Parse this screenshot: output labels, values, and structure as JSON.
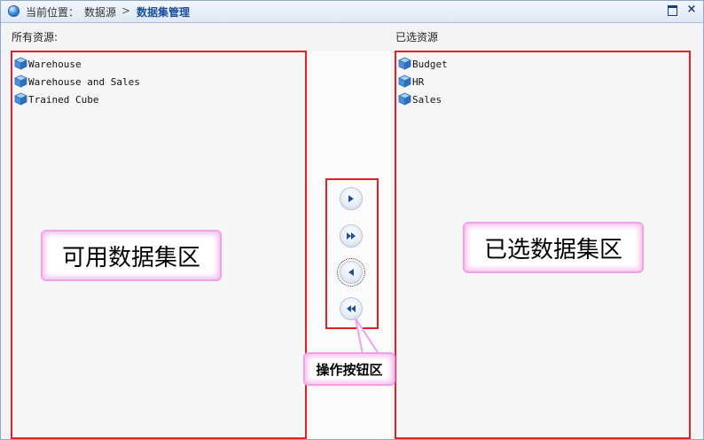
{
  "header": {
    "location_prefix": "当前位置：",
    "breadcrumb_datasource": "数据源",
    "breadcrumb_separator": ">",
    "current_page": "数据集管理",
    "maximize_icon": "maximize-icon",
    "close_symbol": "×"
  },
  "left_panel": {
    "label": "所有资源:",
    "items": [
      {
        "label": "Warehouse",
        "icon": "cube-icon"
      },
      {
        "label": "Warehouse and Sales",
        "icon": "cube-icon"
      },
      {
        "label": "Trained Cube",
        "icon": "cube-icon"
      }
    ]
  },
  "right_panel": {
    "label": "已选资源",
    "items": [
      {
        "label": "Budget",
        "icon": "cube-icon"
      },
      {
        "label": "HR",
        "icon": "cube-icon"
      },
      {
        "label": "Sales",
        "icon": "cube-icon"
      }
    ]
  },
  "operations": [
    {
      "name": "add-selected",
      "icon": "arrow-right-icon"
    },
    {
      "name": "add-all",
      "icon": "double-arrow-right-icon"
    },
    {
      "name": "remove-selected",
      "icon": "arrow-left-icon"
    },
    {
      "name": "remove-all",
      "icon": "double-arrow-left-icon"
    }
  ],
  "annotations": {
    "available_area": "可用数据集区",
    "selected_area": "已选数据集区",
    "operation_area": "操作按钮区"
  },
  "colors": {
    "highlight_border": "#e41f26",
    "callout_border": "#f2a0e8",
    "breadcrumb_active": "#1a4f9c",
    "cube_icon": "#4a8fd8"
  }
}
